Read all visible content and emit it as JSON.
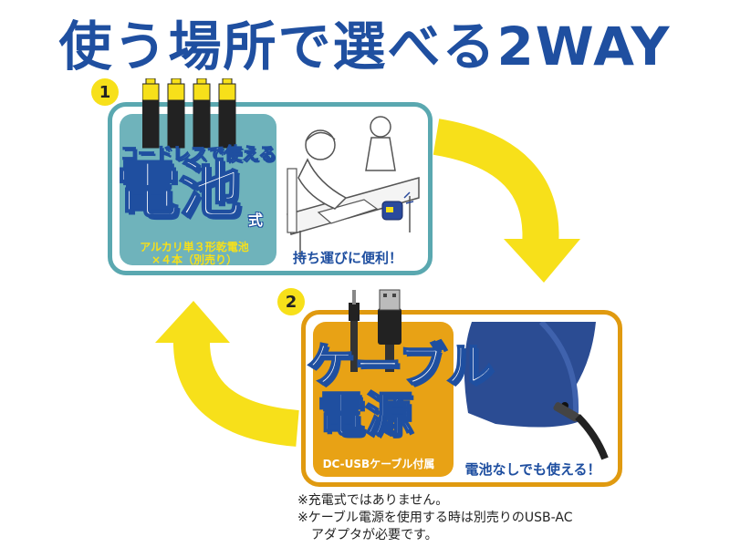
{
  "headline": "使う場所で選べる2WAY",
  "panel1": {
    "number": "1",
    "subtitle": "コードレスで使える",
    "title": "電池",
    "title_suffix": "式",
    "battery_note_line1": "アルカリ単３形乾電池",
    "battery_note_line2": "×４本（別売り）",
    "caption": "持ち運びに便利！",
    "illustration_icon": "child-studying-illustration"
  },
  "panel2": {
    "number": "2",
    "title_line1": "ケーブル",
    "title_line2": "電源",
    "cable_note": "DC-USBケーブル付属",
    "caption": "電池なしでも使える！",
    "illustration_icon": "dc-plug-illustration"
  },
  "footnotes": {
    "line1": "※充電式ではありません。",
    "line2": "※ケーブル電源を使用する時は別売りのUSB-AC",
    "line3": "アダプタが必要です。"
  },
  "colors": {
    "headline": "#1f4fa0",
    "panel1_border": "#5aa8b0",
    "panel2_border": "#e09a10",
    "arrow": "#f7e01a",
    "navy": "#1f4fa0"
  }
}
